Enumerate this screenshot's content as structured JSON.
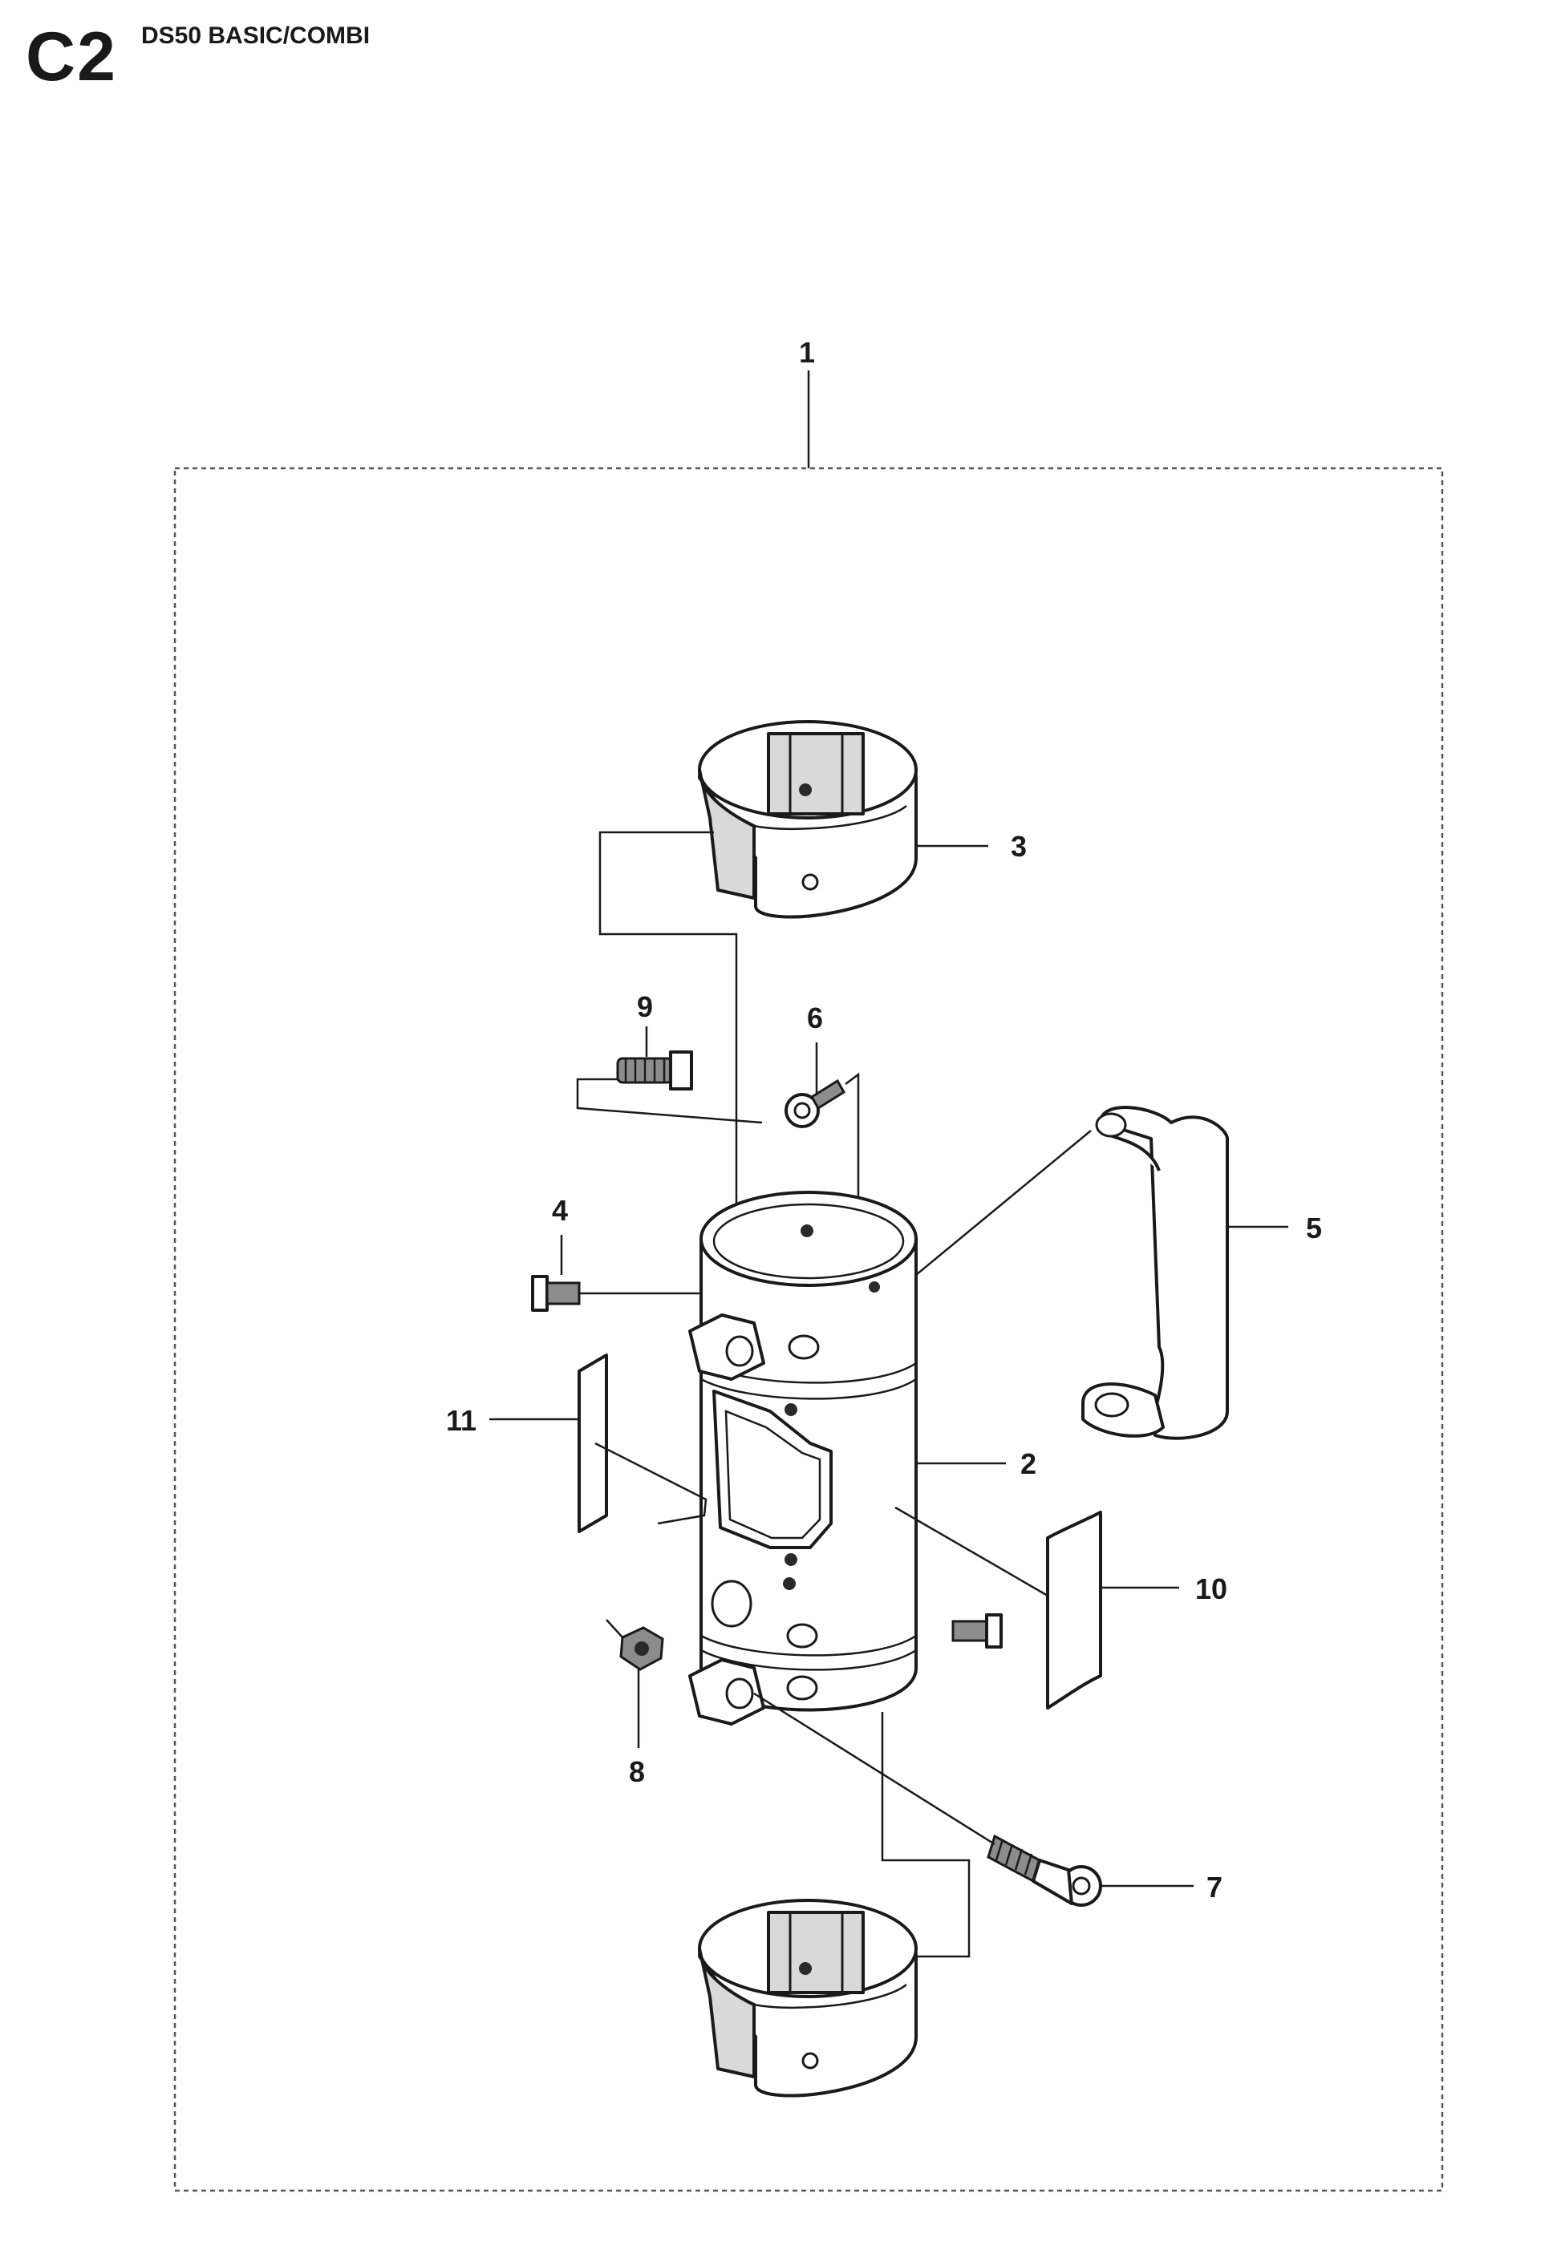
{
  "header": {
    "page_code": "C2",
    "title": "DS50 BASIC/COMBI"
  },
  "callouts": [
    "1",
    "2",
    "3",
    "4",
    "5",
    "6",
    "7",
    "8",
    "9",
    "10",
    "11"
  ]
}
